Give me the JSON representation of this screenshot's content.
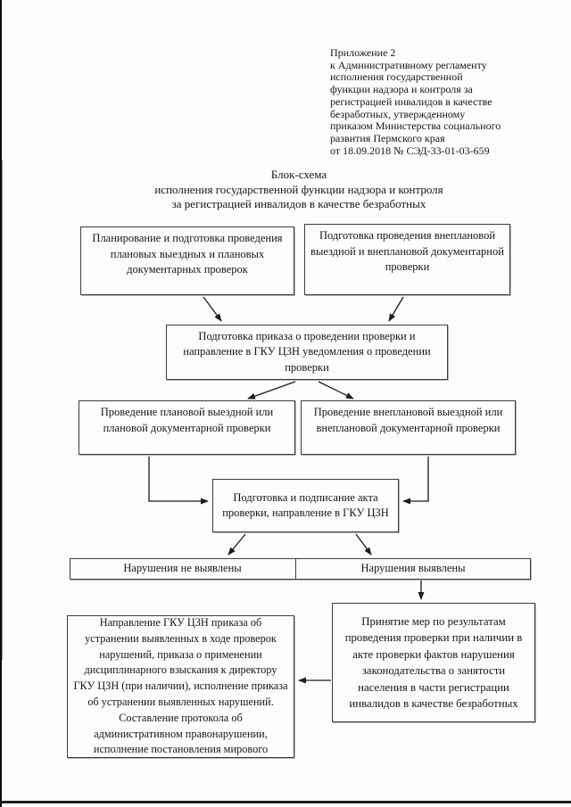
{
  "appendix": {
    "lines": [
      "Приложение 2",
      "к Административному регламенту",
      "исполнения государственной",
      "функции надзора и контроля за",
      "регистрацией инвалидов в качестве",
      "безработных, утвержденному",
      "приказом Министерства социального",
      "развития Пермского края",
      "от 18.09.2018 № СЭД-33-01-03-659"
    ]
  },
  "title": {
    "lines": [
      "Блок-схема",
      "исполнения государственной функции надзора и контроля",
      "за регистрацией инвалидов в качестве безработных"
    ]
  },
  "flowchart": {
    "planning": "Планирование и подготовка проведения плановых выездных и плановых документарных проверок",
    "unplanned_prep": "Подготовка  проведения внеплановой выездной и внеплановой документарной проверки",
    "order_notice": "Подготовка приказа о  проведении проверки и направление в ГКУ ЦЗН уведомления о проведении  проверки",
    "planned_check": "Проведение плановой выездной или плановой документарной проверки",
    "unplanned_check": "Проведение внеплановой выездной или внеплановой документарной проверки",
    "act": "Подготовка и подписание акта проверки, направление в ГКУ ЦЗН",
    "no_violations": "Нарушения не выявлены",
    "violations": "Нарушения выявлены",
    "measures": "Принятие мер по результатам проведения проверки при наличии в акте проверки фактов нарушения законодательства о занятости населения в части регистрации инвалидов в качестве безработных",
    "remedial": "Направление ГКУ ЦЗН приказа об устранении выявленных в ходе проверок нарушений, приказа о применении дисциплинарного взыскания к директору ГКУ ЦЗН (при наличии), исполнение приказа об устранении выявленных нарушений. Составление протокола об административном правонарушении, исполнение постановления мирового"
  }
}
